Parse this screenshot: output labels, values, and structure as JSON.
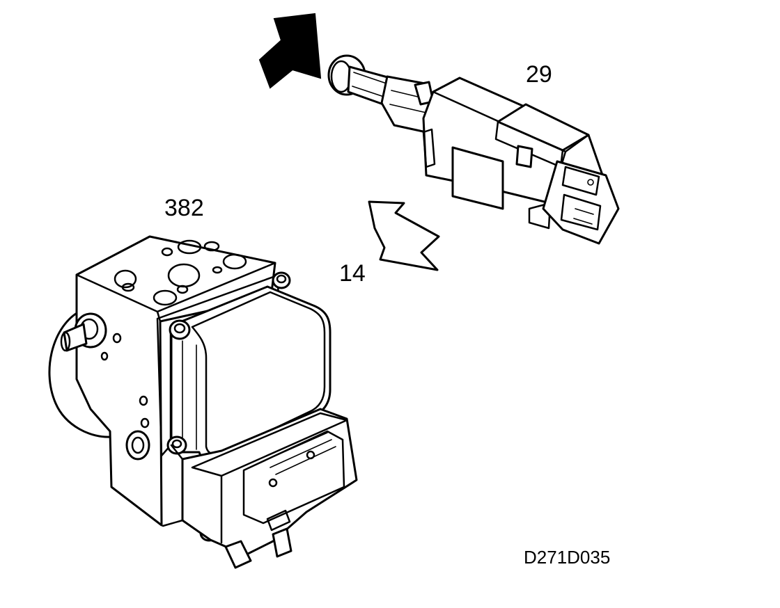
{
  "callouts": {
    "switch": "29",
    "abs_unit": "382",
    "arrow_step": "14"
  },
  "figure_code": "D271D035",
  "icons": {
    "filled_arrow": "arrow-filled-icon",
    "outline_arrow": "arrow-outline-icon"
  },
  "colors": {
    "line": "#000000",
    "background": "#ffffff"
  }
}
